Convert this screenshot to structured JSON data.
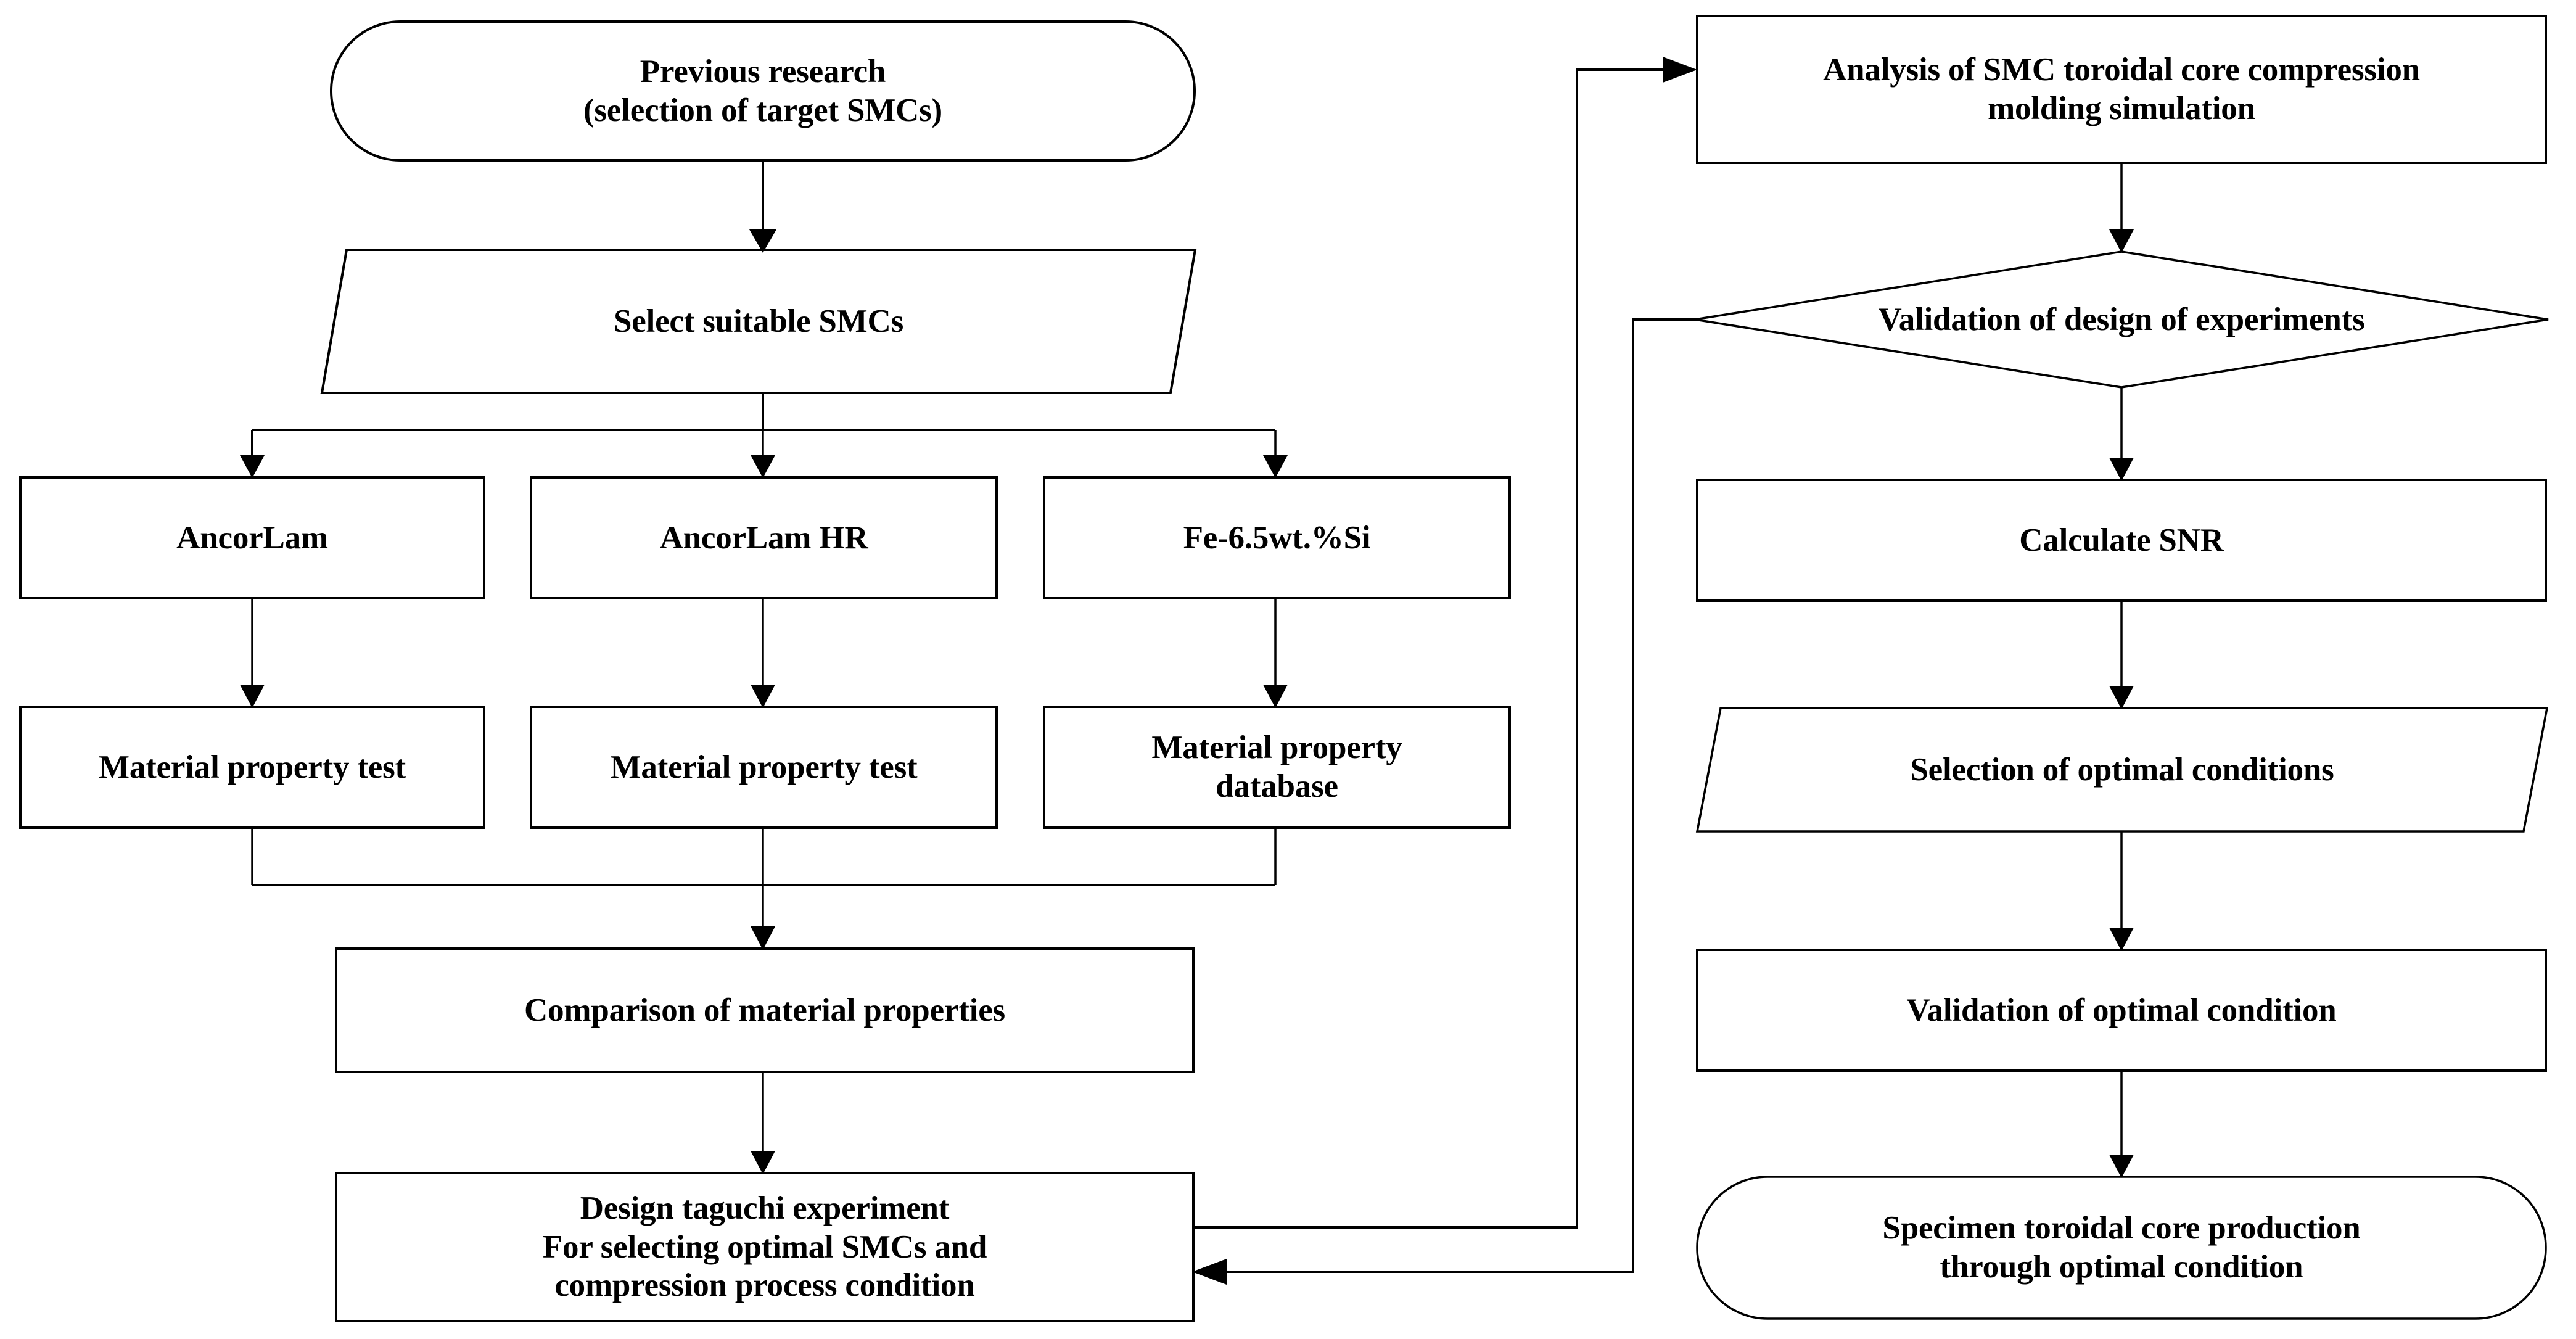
{
  "diagram": {
    "title": "Research workflow for soft magnetic composite (SMC) toroidal core development",
    "type": "flowchart",
    "stroke_color": "#000000",
    "fill_color": "#ffffff",
    "background_color": "#ffffff"
  },
  "nodes": {
    "previous_research": {
      "label": "Previous research\n(selection of target SMCs)",
      "shape": "rounded-terminator",
      "column": "left"
    },
    "select_smcs": {
      "label": "Select suitable SMCs",
      "shape": "parallelogram",
      "column": "left"
    },
    "ancorlam": {
      "label": "AncorLam",
      "shape": "rectangle",
      "column": "left"
    },
    "ancorlam_hr": {
      "label": "AncorLam HR",
      "shape": "rectangle",
      "column": "left"
    },
    "fe_si": {
      "label": "Fe-6.5wt.%Si",
      "shape": "rectangle",
      "column": "left"
    },
    "mat_test_1": {
      "label": "Material property test",
      "shape": "rectangle",
      "column": "left"
    },
    "mat_test_2": {
      "label": "Material property test",
      "shape": "rectangle",
      "column": "left"
    },
    "mat_database": {
      "label": "Material property\ndatabase",
      "shape": "rectangle",
      "column": "left"
    },
    "comparison": {
      "label": "Comparison of material properties",
      "shape": "rectangle",
      "column": "left"
    },
    "design_taguchi": {
      "label": "Design taguchi experiment\nFor selecting optimal SMCs and\ncompression process condition",
      "shape": "rectangle",
      "column": "left"
    },
    "analysis_simulation": {
      "label": "Analysis of SMC toroidal core compression\nmolding simulation",
      "shape": "rectangle",
      "column": "right"
    },
    "validation_doe": {
      "label": "Validation of design of experiments",
      "shape": "diamond",
      "column": "right"
    },
    "calculate_snr": {
      "label": "Calculate SNR",
      "shape": "rectangle",
      "column": "right"
    },
    "selection_optimal": {
      "label": "Selection of optimal conditions",
      "shape": "parallelogram",
      "column": "right"
    },
    "validation_optimal": {
      "label": "Validation of optimal condition",
      "shape": "rectangle",
      "column": "right"
    },
    "specimen_production": {
      "label": "Specimen toroidal core production\nthrough optimal condition",
      "shape": "rounded-terminator",
      "column": "right"
    }
  },
  "edges": [
    {
      "from": "previous_research",
      "to": "select_smcs",
      "kind": "straight-down",
      "arrow": true
    },
    {
      "from": "select_smcs",
      "to": "ancorlam",
      "kind": "split-left",
      "arrow": true
    },
    {
      "from": "select_smcs",
      "to": "ancorlam_hr",
      "kind": "split-center",
      "arrow": true
    },
    {
      "from": "select_smcs",
      "to": "fe_si",
      "kind": "split-right",
      "arrow": true
    },
    {
      "from": "ancorlam",
      "to": "mat_test_1",
      "kind": "straight-down",
      "arrow": true
    },
    {
      "from": "ancorlam_hr",
      "to": "mat_test_2",
      "kind": "straight-down",
      "arrow": true
    },
    {
      "from": "fe_si",
      "to": "mat_database",
      "kind": "straight-down",
      "arrow": true
    },
    {
      "from": "mat_test_1",
      "to": "comparison",
      "kind": "merge",
      "arrow": true
    },
    {
      "from": "mat_test_2",
      "to": "comparison",
      "kind": "merge",
      "arrow": true
    },
    {
      "from": "mat_database",
      "to": "comparison",
      "kind": "merge",
      "arrow": true
    },
    {
      "from": "comparison",
      "to": "design_taguchi",
      "kind": "straight-down",
      "arrow": true
    },
    {
      "from": "design_taguchi",
      "to": "analysis_simulation",
      "kind": "right-loop-up",
      "arrow": true
    },
    {
      "from": "analysis_simulation",
      "to": "validation_doe",
      "kind": "straight-down",
      "arrow": true
    },
    {
      "from": "validation_doe",
      "to": "design_taguchi",
      "kind": "left-feedback",
      "arrow": true
    },
    {
      "from": "validation_doe",
      "to": "calculate_snr",
      "kind": "straight-down",
      "arrow": true
    },
    {
      "from": "calculate_snr",
      "to": "selection_optimal",
      "kind": "straight-down",
      "arrow": true
    },
    {
      "from": "selection_optimal",
      "to": "validation_optimal",
      "kind": "straight-down",
      "arrow": true
    },
    {
      "from": "validation_optimal",
      "to": "specimen_production",
      "kind": "straight-down",
      "arrow": true
    }
  ]
}
